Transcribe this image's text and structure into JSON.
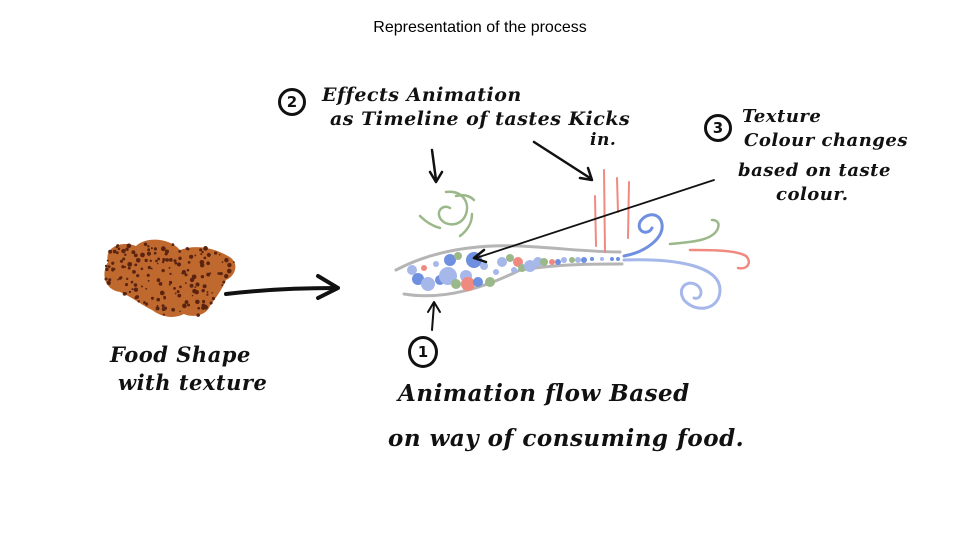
{
  "title": "Representation of the process",
  "annotations": {
    "step2": {
      "number": "2",
      "lines": [
        "Effects Animation",
        "as Timeline of tastes Kicks",
        "in."
      ]
    },
    "step3": {
      "number": "3",
      "lines": [
        "Texture",
        "Colour changes",
        "based on taste",
        "colour."
      ]
    },
    "food": {
      "lines": [
        "Food Shape",
        "with texture"
      ]
    },
    "step1": {
      "number": "1",
      "lines": [
        "Animation flow Based",
        "on way of consuming food."
      ]
    }
  },
  "colors": {
    "food_fill": "#c0692f",
    "food_speckle": "#5a2410",
    "particle_blue": "#6f8fe0",
    "particle_light_blue": "#a6b8ea",
    "particle_green": "#9bb88a",
    "particle_red": "#f08a80",
    "tube_gray": "#b5b5b5",
    "ink": "#111111"
  }
}
